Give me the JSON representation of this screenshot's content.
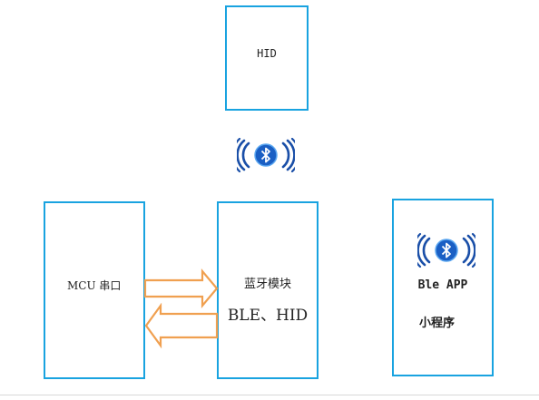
{
  "hid": {
    "label": "HID"
  },
  "mcu": {
    "label": "MCU 串口"
  },
  "bluetooth_module": {
    "title": "蓝牙模块",
    "protocols": "BLE、HID"
  },
  "app": {
    "title": "Ble APP",
    "subtitle": "小程序"
  },
  "icons": {
    "center": "bluetooth-signal-icon",
    "app": "bluetooth-signal-icon"
  },
  "colors": {
    "box_border": "#19a3e0",
    "arrow": "#f0a050",
    "bluetooth": "#1a5fc4",
    "waves": "#1a4fa8"
  }
}
